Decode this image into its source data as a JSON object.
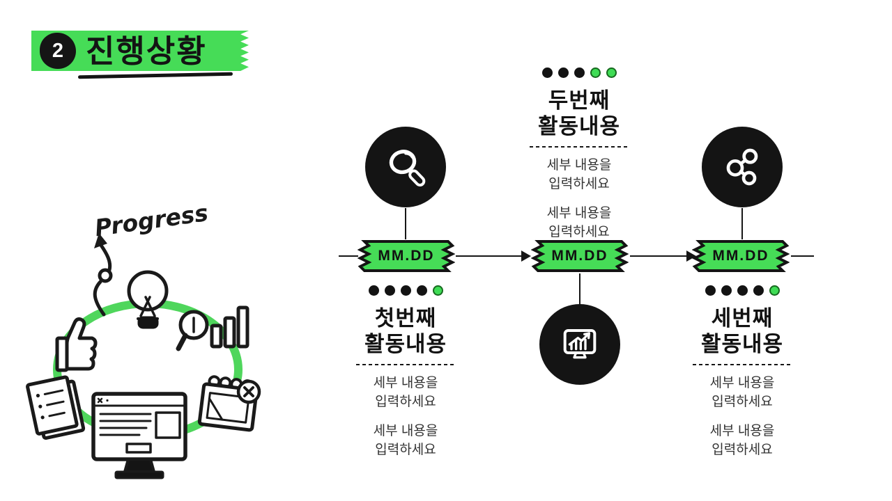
{
  "page": {
    "background": "#ffffff",
    "accent_green": "#46dc57",
    "ring_green": "#4fd65c",
    "ink": "#141414"
  },
  "header": {
    "number": "2",
    "title": "진행상황"
  },
  "illustration": {
    "label": "Progress",
    "doodles": [
      "thumbs-up",
      "lightbulb",
      "magnifier-with-bars",
      "notepad",
      "monitor",
      "calendar"
    ]
  },
  "timeline": {
    "milestones": [
      {
        "icon": "search",
        "date": "MM.DD",
        "dots": [
          "black",
          "black",
          "black",
          "black",
          "green"
        ],
        "title": "첫번째\n활동내용",
        "details": [
          "세부 내용을\n입력하세요",
          "세부 내용을\n입력하세요"
        ]
      },
      {
        "icon": "chart-monitor",
        "date": "MM.DD",
        "dots": [
          "black",
          "black",
          "black",
          "green",
          "green"
        ],
        "title": "두번째\n활동내용",
        "details": [
          "세부 내용을\n입력하세요",
          "세부 내용을\n입력하세요"
        ]
      },
      {
        "icon": "share",
        "date": "MM.DD",
        "dots": [
          "black",
          "black",
          "black",
          "black",
          "green"
        ],
        "title": "세번째\n활동내용",
        "details": [
          "세부 내용을\n입력하세요",
          "세부 내용을\n입력하세요"
        ]
      }
    ]
  }
}
